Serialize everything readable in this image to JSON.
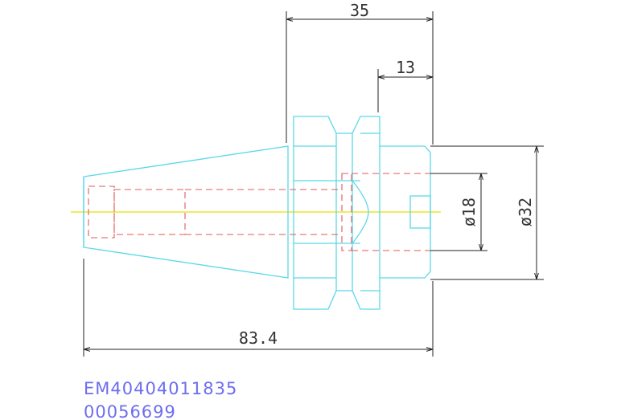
{
  "drawing": {
    "dimensions": {
      "top_length": "35",
      "flange_offset": "13",
      "overall_length": "83.4",
      "bore_diameter": "ø18",
      "body_diameter": "ø32"
    }
  },
  "footer": {
    "part_number": "EM40404011835",
    "serial_number": "00056699"
  },
  "colors": {
    "outline": "#5ad8e8",
    "hidden": "#e05a5a",
    "centerline": "#e8e000",
    "dimension": "#222222",
    "label_text": "#6d6df0"
  }
}
